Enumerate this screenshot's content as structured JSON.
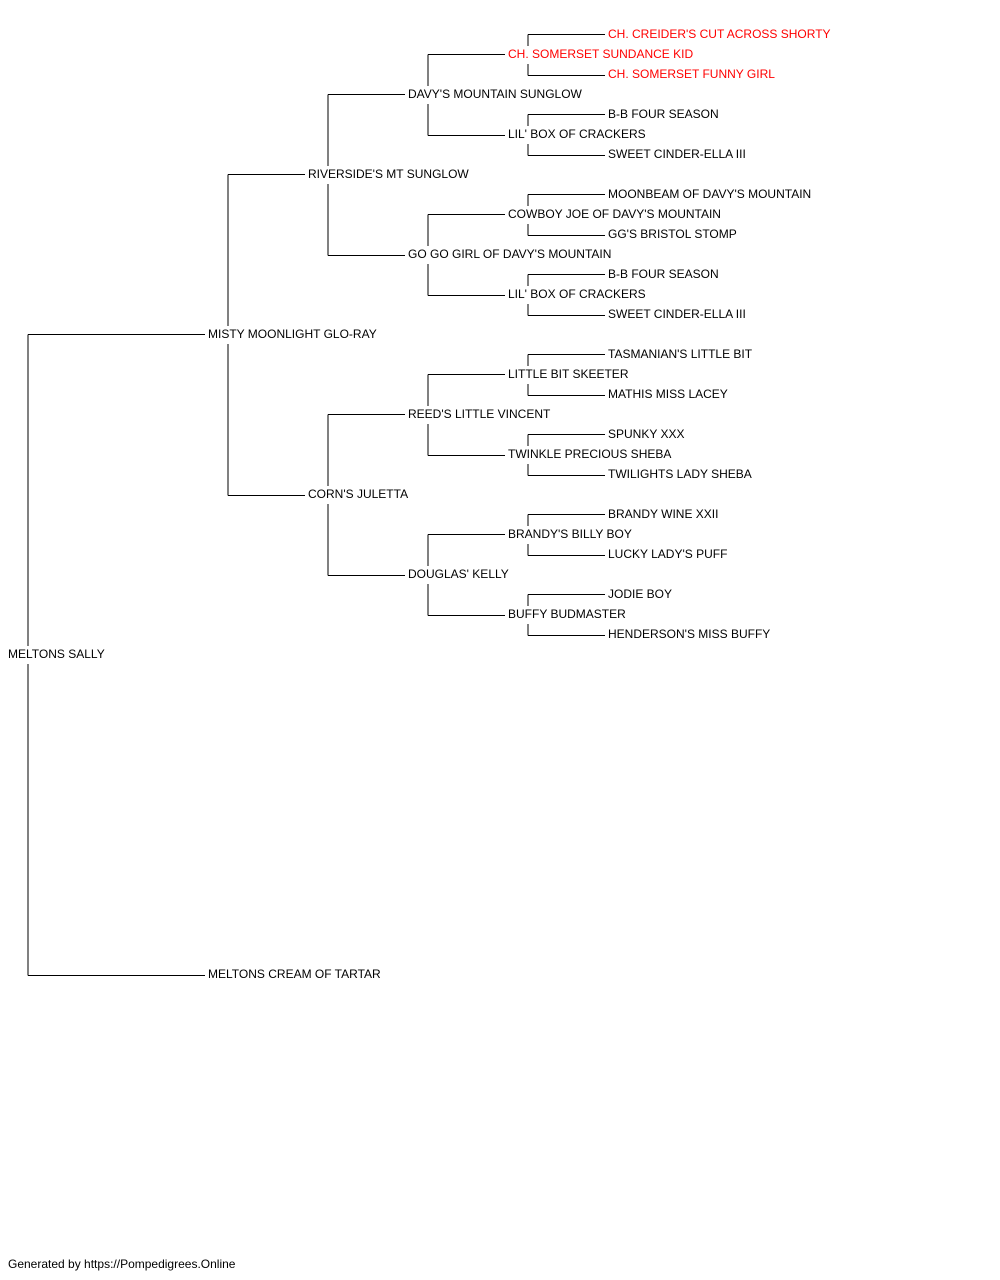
{
  "colors": {
    "champion": "#ff0000",
    "normal": "#000000",
    "line": "#000000"
  },
  "pedigree": {
    "name": "MELTONS SALLY",
    "children": [
      {
        "name": "MISTY MOONLIGHT GLO-RAY",
        "children": [
          {
            "name": "RIVERSIDE'S MT SUNGLOW",
            "children": [
              {
                "name": "DAVY'S MOUNTAIN SUNGLOW",
                "children": [
                  {
                    "name": "CH. SOMERSET SUNDANCE KID",
                    "champion": true,
                    "children": [
                      {
                        "name": "CH. CREIDER'S CUT ACROSS SHORTY",
                        "champion": true
                      },
                      {
                        "name": "CH. SOMERSET FUNNY GIRL",
                        "champion": true
                      }
                    ]
                  },
                  {
                    "name": "LIL' BOX OF CRACKERS",
                    "children": [
                      {
                        "name": "B-B FOUR SEASON"
                      },
                      {
                        "name": "SWEET CINDER-ELLA III"
                      }
                    ]
                  }
                ]
              },
              {
                "name": "GO GO GIRL OF DAVY'S MOUNTAIN",
                "children": [
                  {
                    "name": "COWBOY JOE OF DAVY'S MOUNTAIN",
                    "children": [
                      {
                        "name": "MOONBEAM OF DAVY'S MOUNTAIN"
                      },
                      {
                        "name": "GG'S BRISTOL STOMP"
                      }
                    ]
                  },
                  {
                    "name": "LIL' BOX OF CRACKERS",
                    "children": [
                      {
                        "name": "B-B FOUR SEASON"
                      },
                      {
                        "name": "SWEET CINDER-ELLA III"
                      }
                    ]
                  }
                ]
              }
            ]
          },
          {
            "name": "CORN'S JULETTA",
            "children": [
              {
                "name": "REED'S LITTLE VINCENT",
                "children": [
                  {
                    "name": "LITTLE BIT SKEETER",
                    "children": [
                      {
                        "name": "TASMANIAN'S LITTLE BIT"
                      },
                      {
                        "name": "MATHIS MISS LACEY"
                      }
                    ]
                  },
                  {
                    "name": "TWINKLE PRECIOUS SHEBA",
                    "children": [
                      {
                        "name": "SPUNKY XXX"
                      },
                      {
                        "name": "TWILIGHTS LADY SHEBA"
                      }
                    ]
                  }
                ]
              },
              {
                "name": "DOUGLAS' KELLY",
                "children": [
                  {
                    "name": "BRANDY'S BILLY BOY",
                    "children": [
                      {
                        "name": "BRANDY WINE XXII"
                      },
                      {
                        "name": "LUCKY LADY'S PUFF"
                      }
                    ]
                  },
                  {
                    "name": "BUFFY BUDMASTER",
                    "children": [
                      {
                        "name": "JODIE BOY"
                      },
                      {
                        "name": "HENDERSON'S MISS BUFFY"
                      }
                    ]
                  }
                ]
              }
            ]
          }
        ]
      },
      {
        "name": "MELTONS CREAM OF TARTAR"
      }
    ]
  },
  "footer": "Generated by https://Pompedigrees.Online"
}
